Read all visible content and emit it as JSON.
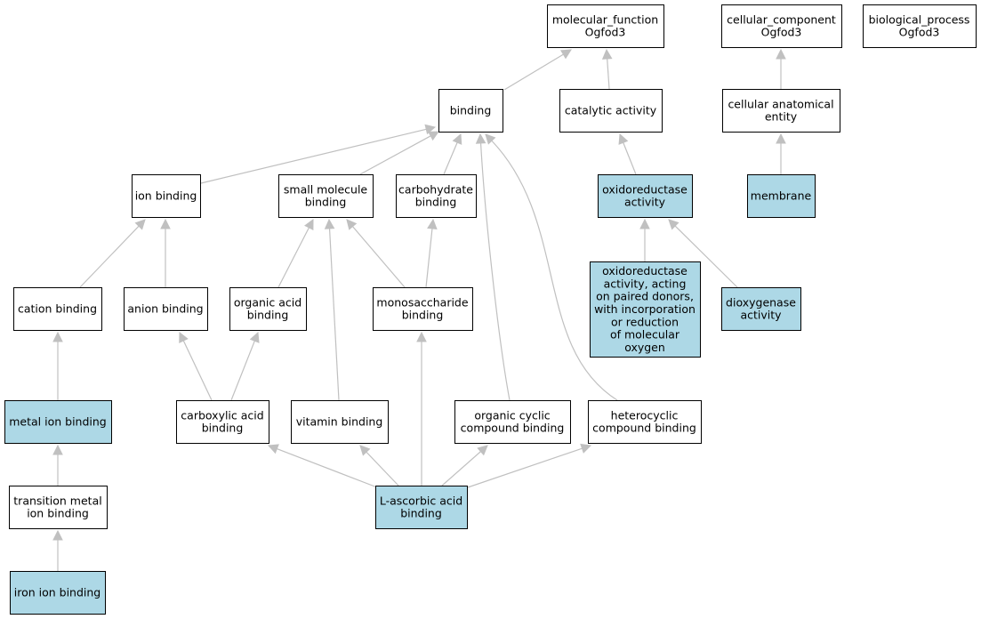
{
  "colors": {
    "highlight": "#add8e6",
    "plain": "#ffffff",
    "border": "#000000",
    "edge": "#c0c0c0"
  },
  "nodes": [
    {
      "id": "mf",
      "lines": [
        "molecular_function",
        "Ogfod3"
      ],
      "highlighted": false
    },
    {
      "id": "cc",
      "lines": [
        "cellular_component",
        "Ogfod3"
      ],
      "highlighted": false
    },
    {
      "id": "bp",
      "lines": [
        "biological_process",
        "Ogfod3"
      ],
      "highlighted": false
    },
    {
      "id": "binding",
      "lines": [
        "binding"
      ],
      "highlighted": false
    },
    {
      "id": "catalytic",
      "lines": [
        "catalytic activity"
      ],
      "highlighted": false
    },
    {
      "id": "cae",
      "lines": [
        "cellular anatomical",
        "entity"
      ],
      "highlighted": false
    },
    {
      "id": "ionbinding",
      "lines": [
        "ion binding"
      ],
      "highlighted": false
    },
    {
      "id": "smb",
      "lines": [
        "small molecule",
        "binding"
      ],
      "highlighted": false
    },
    {
      "id": "carbo",
      "lines": [
        "carbohydrate",
        "binding"
      ],
      "highlighted": false
    },
    {
      "id": "oxred",
      "lines": [
        "oxidoreductase",
        "activity"
      ],
      "highlighted": true
    },
    {
      "id": "membrane",
      "lines": [
        "membrane"
      ],
      "highlighted": true
    },
    {
      "id": "cation",
      "lines": [
        "cation binding"
      ],
      "highlighted": false
    },
    {
      "id": "anion",
      "lines": [
        "anion binding"
      ],
      "highlighted": false
    },
    {
      "id": "orgacid",
      "lines": [
        "organic acid",
        "binding"
      ],
      "highlighted": false
    },
    {
      "id": "mono",
      "lines": [
        "monosaccharide",
        "binding"
      ],
      "highlighted": false
    },
    {
      "id": "oxred2",
      "lines": [
        "oxidoreductase",
        "activity, acting",
        "on paired donors,",
        "with incorporation",
        "or reduction",
        "of molecular",
        "oxygen"
      ],
      "highlighted": true
    },
    {
      "id": "dioxy",
      "lines": [
        "dioxygenase",
        "activity"
      ],
      "highlighted": true
    },
    {
      "id": "metal",
      "lines": [
        "metal ion binding"
      ],
      "highlighted": true
    },
    {
      "id": "carbox",
      "lines": [
        "carboxylic acid",
        "binding"
      ],
      "highlighted": false
    },
    {
      "id": "vitamin",
      "lines": [
        "vitamin binding"
      ],
      "highlighted": false
    },
    {
      "id": "ocyclic",
      "lines": [
        "organic cyclic",
        "compound binding"
      ],
      "highlighted": false
    },
    {
      "id": "hetero",
      "lines": [
        "heterocyclic",
        "compound binding"
      ],
      "highlighted": false
    },
    {
      "id": "transition",
      "lines": [
        "transition metal",
        "ion binding"
      ],
      "highlighted": false
    },
    {
      "id": "ascorbic",
      "lines": [
        "L-ascorbic acid",
        "binding"
      ],
      "highlighted": true
    },
    {
      "id": "iron",
      "lines": [
        "iron ion binding"
      ],
      "highlighted": true
    }
  ],
  "edges": [
    {
      "from": "binding",
      "to": "mf"
    },
    {
      "from": "catalytic",
      "to": "mf"
    },
    {
      "from": "cae",
      "to": "cc"
    },
    {
      "from": "ionbinding",
      "to": "binding"
    },
    {
      "from": "smb",
      "to": "binding"
    },
    {
      "from": "carbo",
      "to": "binding"
    },
    {
      "from": "ocyclic",
      "to": "binding"
    },
    {
      "from": "hetero",
      "to": "binding"
    },
    {
      "from": "oxred",
      "to": "catalytic"
    },
    {
      "from": "membrane",
      "to": "cae"
    },
    {
      "from": "cation",
      "to": "ionbinding"
    },
    {
      "from": "anion",
      "to": "ionbinding"
    },
    {
      "from": "orgacid",
      "to": "smb"
    },
    {
      "from": "vitamin",
      "to": "smb"
    },
    {
      "from": "mono",
      "to": "smb"
    },
    {
      "from": "mono",
      "to": "carbo"
    },
    {
      "from": "oxred2",
      "to": "oxred"
    },
    {
      "from": "dioxy",
      "to": "oxred"
    },
    {
      "from": "metal",
      "to": "cation"
    },
    {
      "from": "carbox",
      "to": "anion"
    },
    {
      "from": "carbox",
      "to": "orgacid"
    },
    {
      "from": "transition",
      "to": "metal"
    },
    {
      "from": "iron",
      "to": "transition"
    },
    {
      "from": "ascorbic",
      "to": "carbox"
    },
    {
      "from": "ascorbic",
      "to": "vitamin"
    },
    {
      "from": "ascorbic",
      "to": "mono"
    },
    {
      "from": "ascorbic",
      "to": "ocyclic"
    },
    {
      "from": "ascorbic",
      "to": "hetero"
    }
  ]
}
